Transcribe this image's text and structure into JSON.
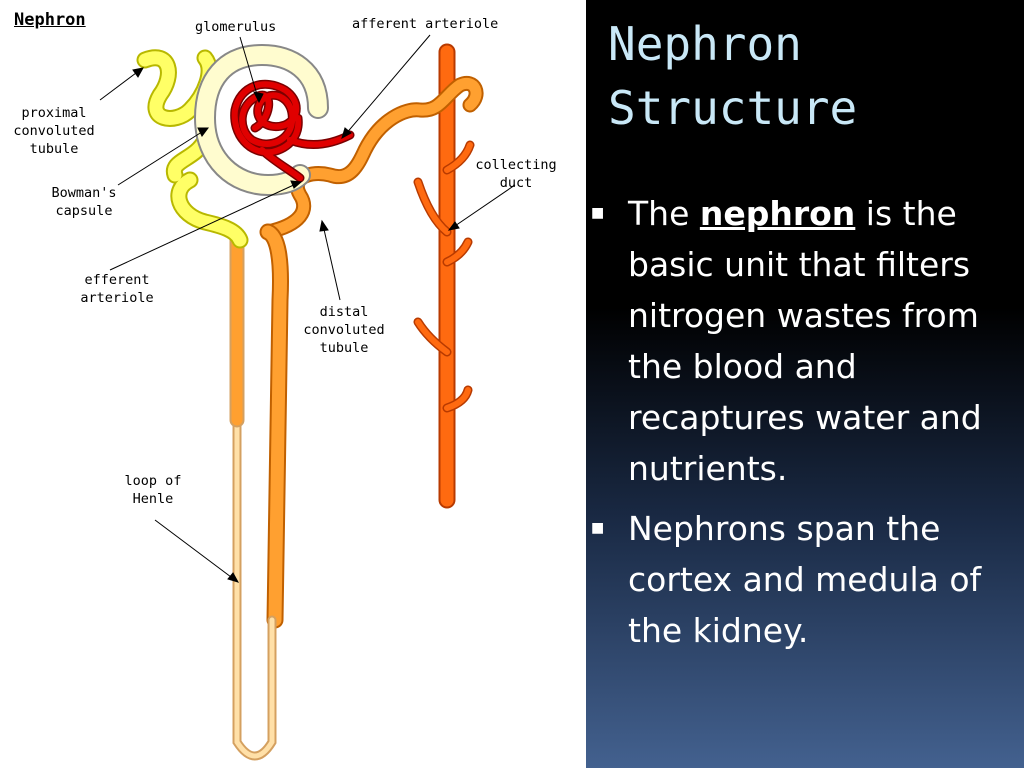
{
  "diagram": {
    "title": "Nephron",
    "labels": {
      "glomerulus": "glomerulus",
      "afferent_arteriole": "afferent arteriole",
      "proximal_tubule": "proximal\nconvoluted\ntubule",
      "bowmans_capsule": "Bowman's\ncapsule",
      "collecting_duct": "collecting\nduct",
      "efferent_arteriole": "efferent\narteriole",
      "distal_tubule": "distal\nconvoluted\ntubule",
      "loop_of_henle": "loop of\nHenle"
    },
    "colors": {
      "proximal_tubule": "#ffff66",
      "distal_tubule": "#ffa030",
      "collecting_duct": "#ff6a10",
      "glomerulus": "#e00000",
      "capsule": "#fffccf"
    }
  },
  "slide": {
    "title_line1": "Nephron",
    "title_line2": "Structure",
    "bullet1_pre": "The ",
    "bullet1_bold": "nephron",
    "bullet1_post": " is the basic unit that filters nitrogen wastes from the blood and recaptures water and nutrients.",
    "bullet2": "Nephrons span the cortex and medula of the kidney.",
    "bullet_marker": "■"
  }
}
